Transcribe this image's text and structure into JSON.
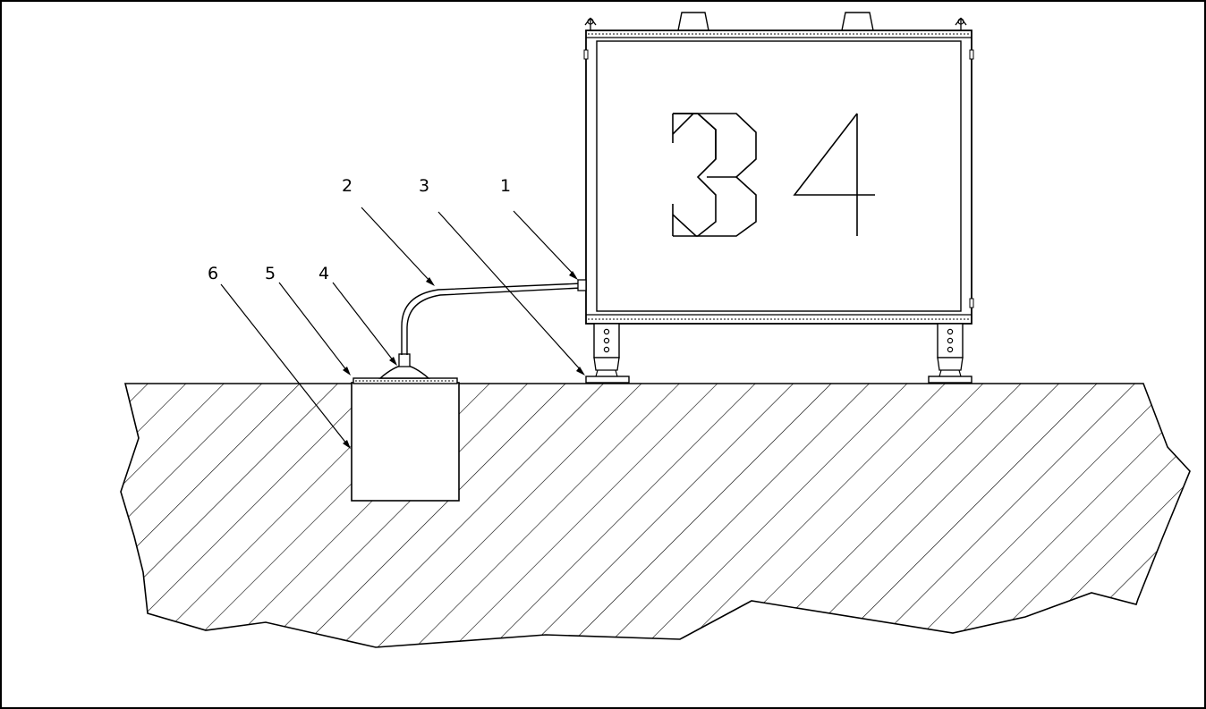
{
  "diagram": {
    "callouts": {
      "c1": "1",
      "c2": "2",
      "c3": "3",
      "c4": "4",
      "c5": "5",
      "c6": "6"
    },
    "cabinet_number": {
      "digit1": "3",
      "digit2": "4"
    }
  },
  "colors": {
    "line": "#000000",
    "background": "#ffffff"
  }
}
